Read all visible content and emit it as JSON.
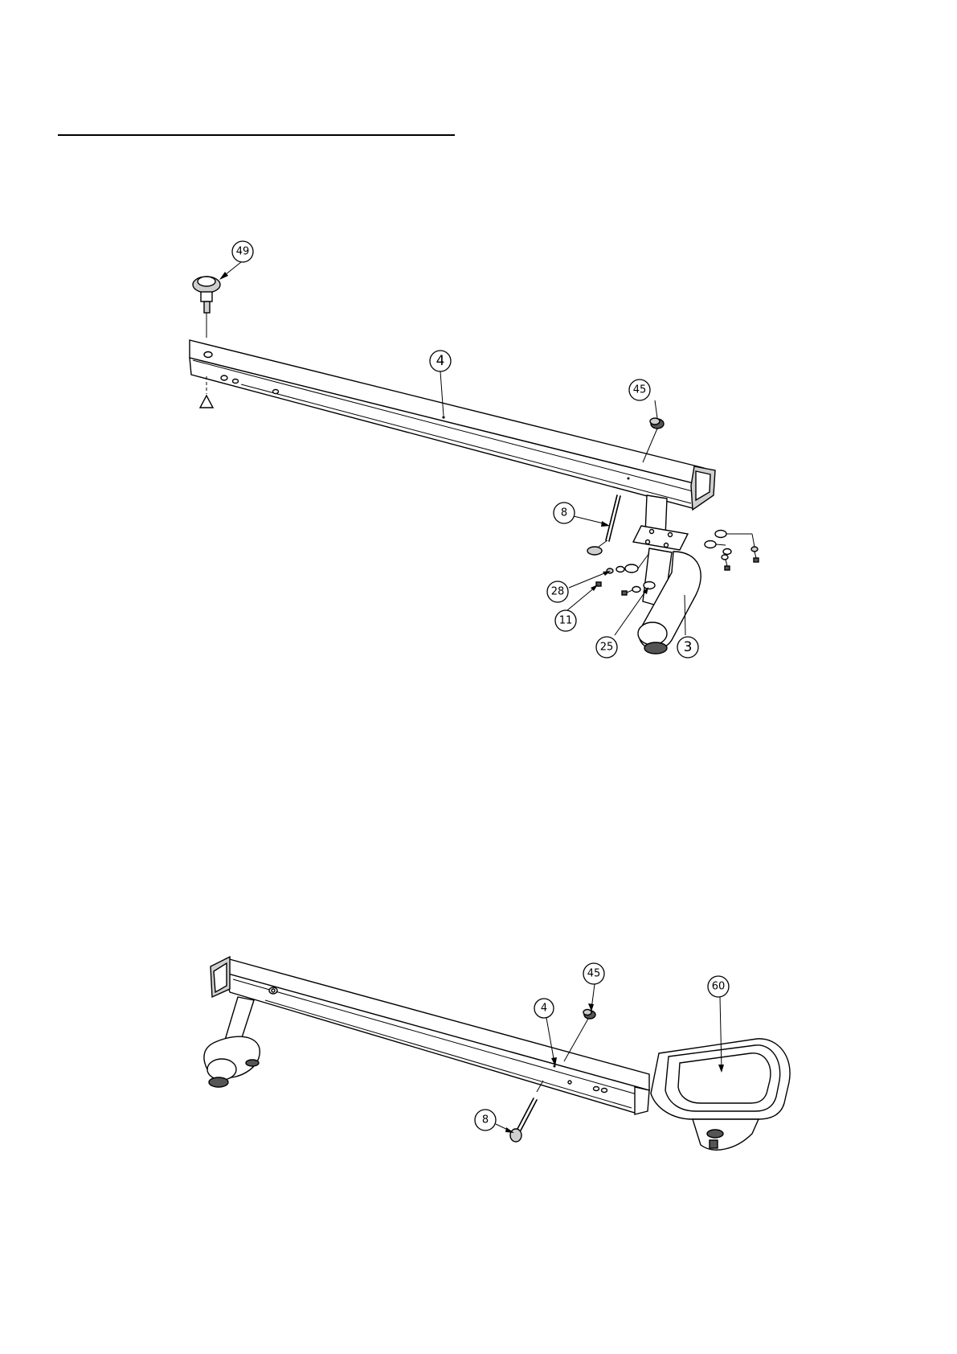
{
  "diagram_top": {
    "callouts": {
      "p49": "49",
      "p4": "4",
      "p45": "45",
      "p8": "8",
      "p28": "28",
      "p11": "11",
      "p25": "25",
      "p3": "3"
    }
  },
  "diagram_bottom": {
    "callouts": {
      "p45": "45",
      "p4": "4",
      "p60": "60",
      "p8": "8"
    }
  }
}
